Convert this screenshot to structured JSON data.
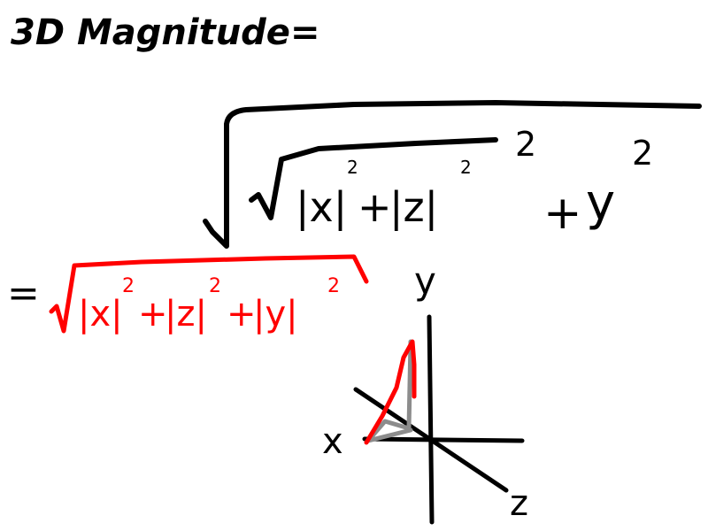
{
  "title": "3D Magnitude=",
  "formula_nested": {
    "term_x": "|x|",
    "exp_x": "2",
    "plus_1": "+",
    "term_z": "|z|",
    "exp_z": "2",
    "outer_exp": "2",
    "plus_2": "+",
    "term_y": "y",
    "exp_y": "2"
  },
  "formula_simplified": {
    "equals": "=",
    "term_x": "|x|",
    "exp_x": "2",
    "plus_1": "+",
    "term_z": "|z|",
    "exp_z": "2",
    "plus_2": "+",
    "term_y": "|y|",
    "exp_y": "2"
  },
  "axes": {
    "y_label": "y",
    "x_label": "x",
    "z_label": "z"
  },
  "colors": {
    "ink": "#000000",
    "highlight": "#ff0000",
    "projection": "#8c8c8c"
  }
}
